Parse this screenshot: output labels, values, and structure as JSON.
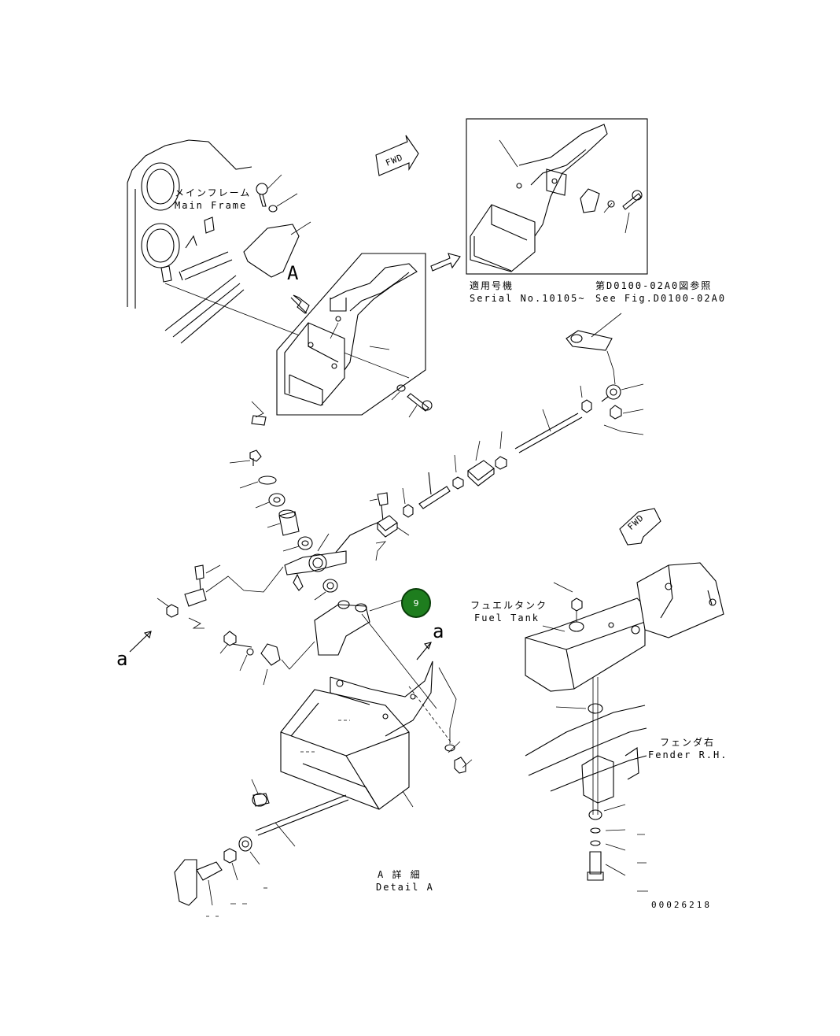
{
  "labels": {
    "main_frame_jp": "メインフレーム",
    "main_frame_en": "Main Frame",
    "view_a": "A",
    "serial_jp": "適用号機",
    "serial_en": "Serial No.10105~",
    "see_fig_jp": "第D0100-02A0図参照",
    "see_fig_en": "See Fig.D0100-02A0",
    "fuel_tank_jp": "フュエルタンク",
    "fuel_tank_en": "Fuel Tank",
    "fender_jp": "フェンダ右",
    "fender_en": "Fender R.H.",
    "arrow_a_left": "a",
    "arrow_a_right": "a",
    "detail_jp": "A 詳 細",
    "detail_en": "Detail A",
    "drawing_number": "00026218",
    "fwd_top": "FWD",
    "fwd_right": "FWD"
  },
  "hotspot": {
    "label": "9",
    "color": "#1e7d1e"
  }
}
